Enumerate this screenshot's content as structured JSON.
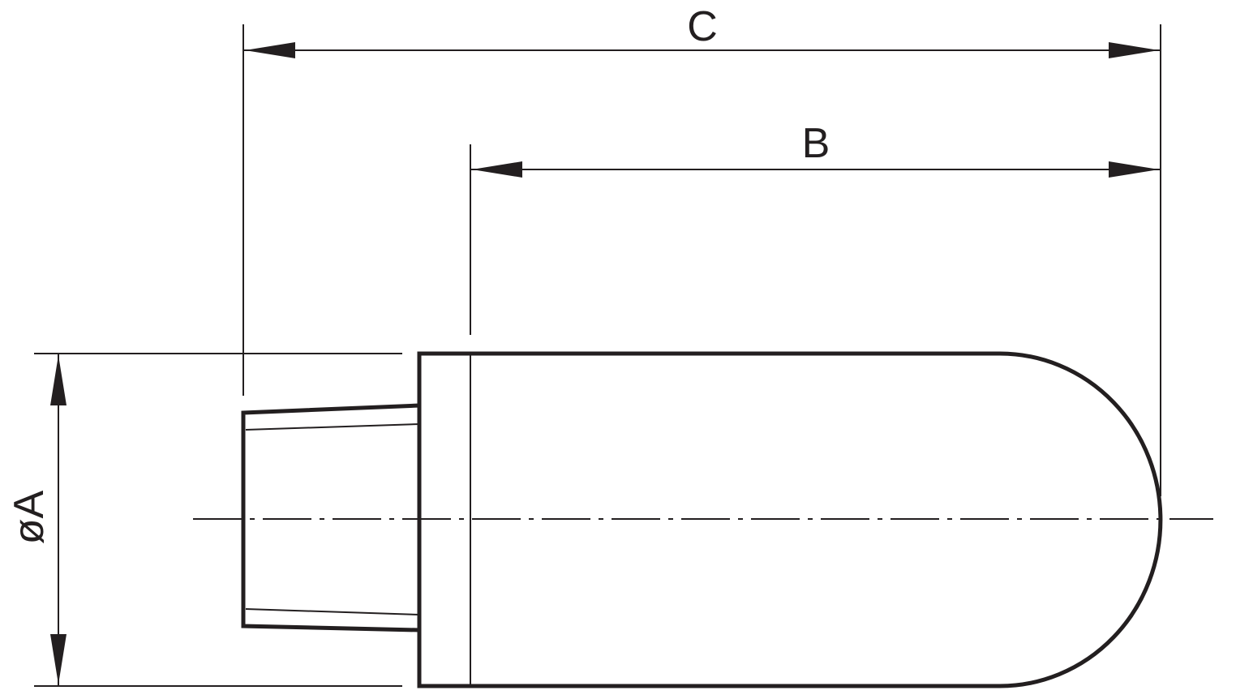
{
  "dimensions": {
    "overall_length_label": "C",
    "body_length_label": "B",
    "diameter_label": "øA"
  },
  "colors": {
    "line": "#231f20",
    "body_fill": "#eeeeee",
    "background": "#ffffff"
  }
}
